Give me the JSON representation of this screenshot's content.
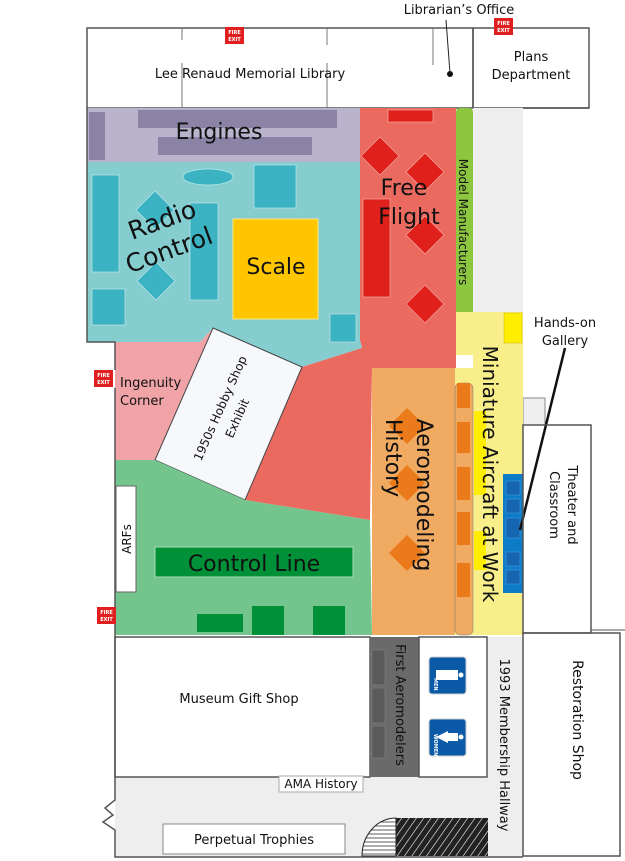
{
  "map": {
    "rooms": {
      "library": "Lee Renaud Memorial Library",
      "librarian": "Librarian’s Office",
      "plans": [
        "Plans",
        "Department"
      ],
      "engines": "Engines",
      "radio_control": [
        "Radio",
        "Control"
      ],
      "scale": "Scale",
      "free_flight": [
        "Free",
        "Flight"
      ],
      "model_manufacturers": "Model Manufacturers",
      "hands_on": [
        "Hands-on",
        "Gallery"
      ],
      "miniature": "Miniature Aircraft at Work",
      "ingenuity": [
        "Ingenuity",
        "Corner"
      ],
      "hobby_shop": [
        "1950s Hobby Shop",
        "Exhibit"
      ],
      "aeromodeling": [
        "Aeromodeling",
        "History"
      ],
      "theater": [
        "Theater and",
        "Classroom"
      ],
      "arfs": "ARFs",
      "control_line": "Control Line",
      "gift_shop": "Museum Gift Shop",
      "first_aeromodelers": "First Aeromodelers",
      "membership_hallway": "1993 Membership Hallway",
      "restoration": "Restoration Shop",
      "ama_history": "AMA History",
      "trophies": "Perpetual Trophies"
    },
    "fire_exit": [
      "FIRE",
      "EXIT"
    ],
    "restrooms": {
      "men": "MEN",
      "women": "WOMEN"
    },
    "colors": {
      "engines": "#b9b4cc",
      "engines_dark": "#8a83a5",
      "radio": "#86cdd0",
      "radio_dark": "#3bb3c3",
      "scale": "#ffc600",
      "free_flight": "#ea6a60",
      "free_flight_dark": "#e0201a",
      "manufacturers": "#8dc63f",
      "ingenuity": "#f0a4a8",
      "control_line": "#74c48e",
      "control_line_dark": "#009038",
      "aeromodeling": "#f0aa62",
      "aeromodeling_dark": "#ea7a1a",
      "miniature": "#f8ee8a",
      "yellow": "#ffee00",
      "seating": "#0c7cc8",
      "first_aero": "#6a6a6a",
      "corridor": "#eeeeee",
      "restroom": "#0a5aa8"
    }
  }
}
